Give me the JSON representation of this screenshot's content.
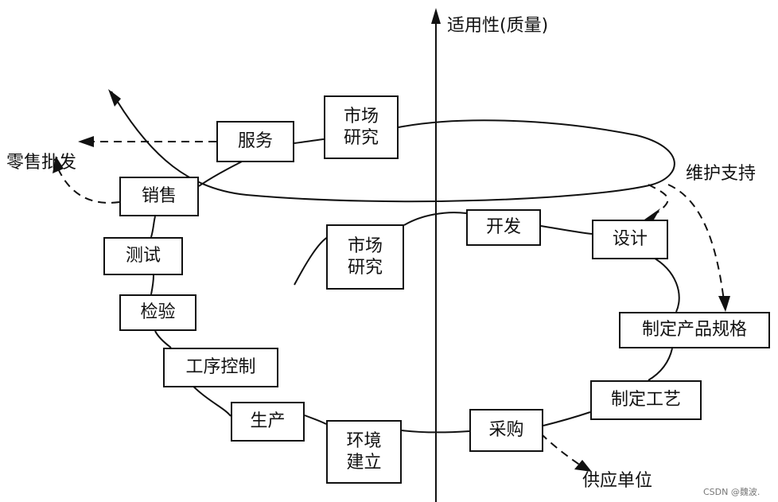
{
  "axis_label": "适用性(质量)",
  "steps": {
    "market_research_upper": "市场\n研究",
    "service": "服务",
    "sales": "销售",
    "testing": "测试",
    "inspection": "检验",
    "process_control": "工序控制",
    "production": "生产",
    "environment": "环境\n建立",
    "procurement": "采购",
    "process_planning": "制定工艺",
    "product_spec": "制定产品规格",
    "design": "设计",
    "development": "开发",
    "market_research_lower": "市场\n研究"
  },
  "outputs": {
    "retail": "零售批发",
    "maintenance": "维护支持",
    "supplier": "供应单位"
  },
  "watermark": "CSDN @魏波."
}
